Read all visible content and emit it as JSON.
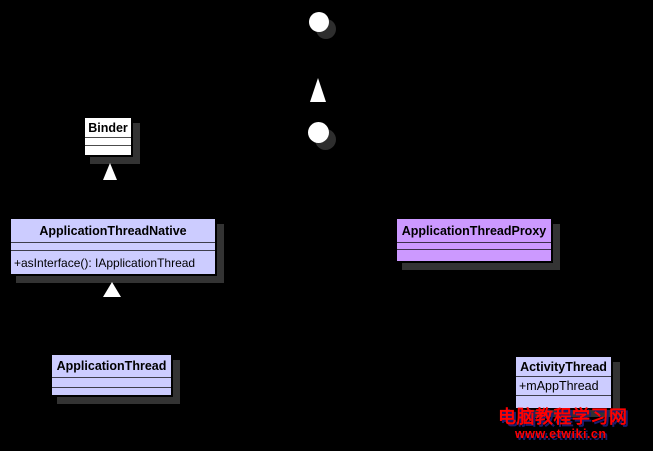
{
  "colors": {
    "background": "#000000",
    "class_lavender": "#ccccff",
    "class_purple": "#cc99ff",
    "class_white": "#ffffff",
    "box_shadow": "#333333",
    "watermark_red": "#ff0000",
    "watermark_shadow": "#1d1d6e"
  },
  "classes": [
    {
      "name": "Binder",
      "fill": "#ffffff",
      "attributes": [],
      "operations": []
    },
    {
      "name": "ApplicationThreadNative",
      "fill": "#ccccff",
      "attributes": [],
      "operations": [
        "+asInterface(): IApplicationThread"
      ]
    },
    {
      "name": "ApplicationThreadProxy",
      "fill": "#cc99ff",
      "attributes": [],
      "operations": []
    },
    {
      "name": "ApplicationThread",
      "fill": "#ccccff",
      "attributes": [],
      "operations": []
    },
    {
      "name": "ActivityThread",
      "fill": "#ccccff",
      "attributes": [
        "+mAppThread"
      ],
      "operations": []
    }
  ],
  "symbols": {
    "interface_circle_top": "provided-interface-lollipop",
    "interface_circle_middle": "provided-interface-lollipop",
    "generalization_arrow_center": "white-triangle-up",
    "generalization_arrow_binder": "white-triangle-up",
    "generalization_arrow_native": "white-triangle-up"
  },
  "watermark": {
    "line1": "电脑教程学习网",
    "line2": "www.etwiki.cn"
  }
}
